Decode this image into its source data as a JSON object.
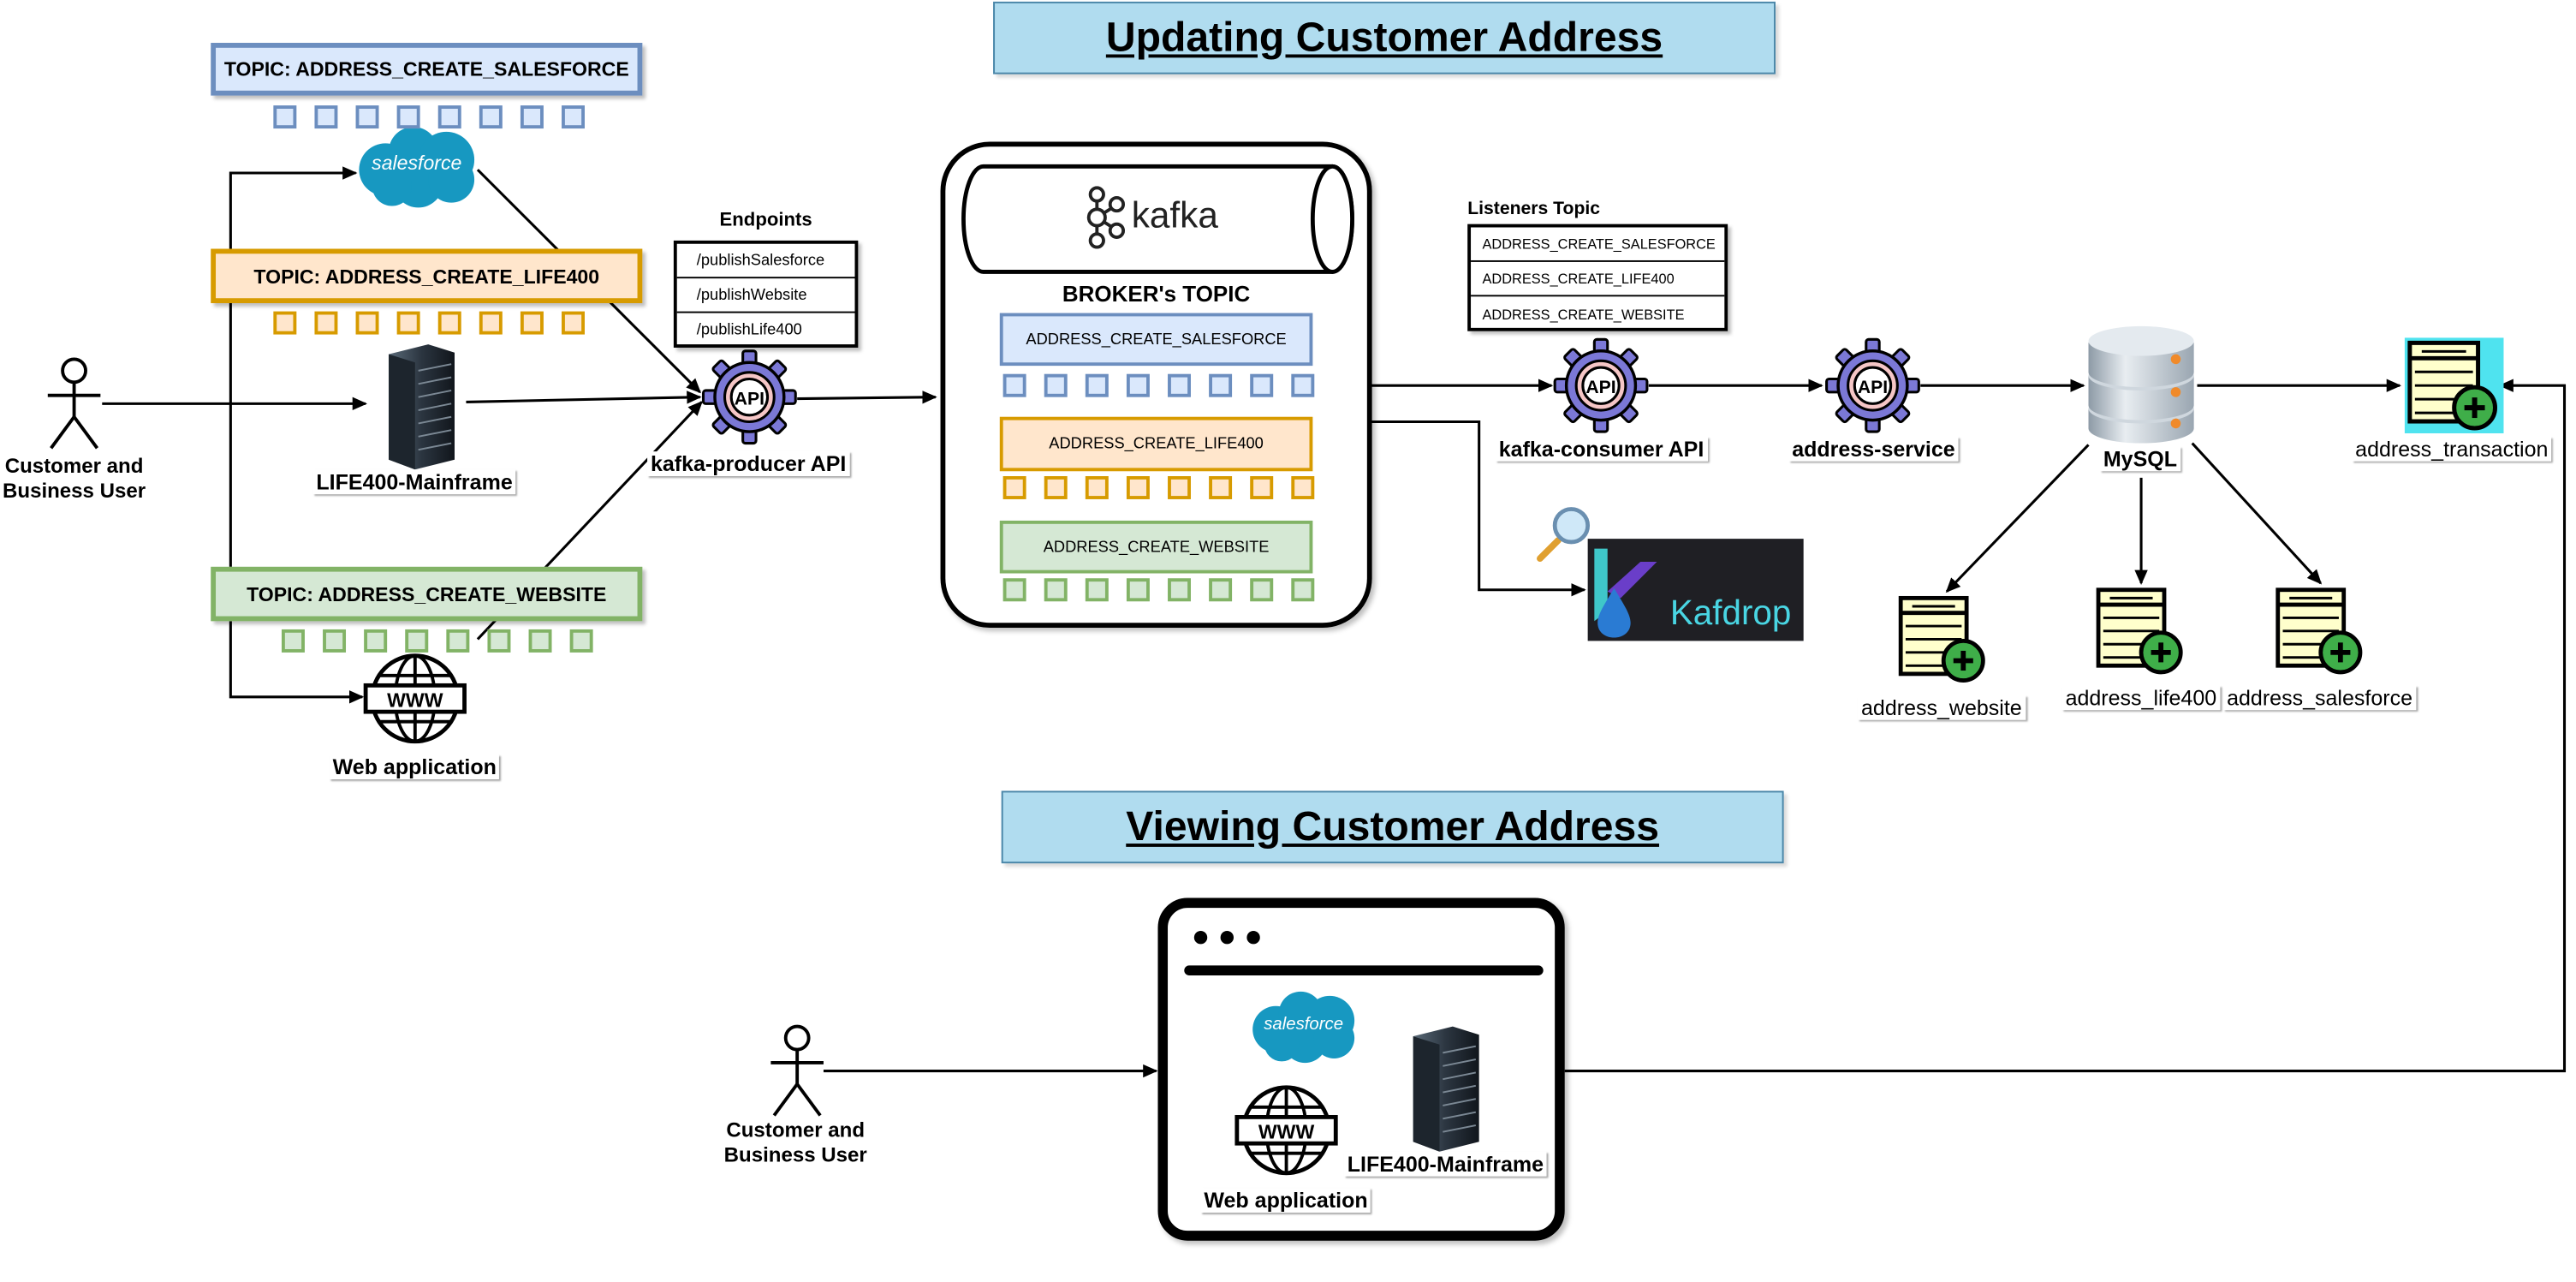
{
  "update_section": {
    "title": "Updating Customer Address",
    "actor_label": "Customer and Business User",
    "sources": [
      {
        "name": "salesforce",
        "logo_text": "salesforce"
      },
      {
        "name": "LIFE400-Mainframe"
      },
      {
        "name": "Web application",
        "icon_text": "WWW"
      }
    ],
    "source_topics": [
      {
        "label": "TOPIC: ADDRESS_CREATE_SALESFORCE",
        "color": "#6c8ebf",
        "fill": "#dae8fc"
      },
      {
        "label": "TOPIC: ADDRESS_CREATE_LIFE400",
        "color": "#d79b00",
        "fill": "#ffe6cc"
      },
      {
        "label": "TOPIC: ADDRESS_CREATE_WEBSITE",
        "color": "#82b366",
        "fill": "#d5e8d4"
      }
    ],
    "producer": {
      "endpoints_title": "Endpoints",
      "endpoints": [
        "/publishSalesforce",
        "/publishWebsite",
        "/publishLife400"
      ],
      "api_text": "API",
      "label": "kafka-producer API"
    },
    "broker": {
      "logo_text": "kafka",
      "title": "BROKER's TOPIC",
      "topics": [
        {
          "label": "ADDRESS_CREATE_SALESFORCE",
          "color": "#6c8ebf",
          "fill": "#dae8fc"
        },
        {
          "label": "ADDRESS_CREATE_LIFE400",
          "color": "#d79b00",
          "fill": "#ffe6cc"
        },
        {
          "label": "ADDRESS_CREATE_WEBSITE",
          "color": "#82b366",
          "fill": "#d5e8d4"
        }
      ]
    },
    "kafdrop": {
      "logo_text": "Kafdrop"
    },
    "listeners": {
      "title": "Listeners Topic",
      "topics": [
        "ADDRESS_CREATE_SALESFORCE",
        "ADDRESS_CREATE_LIFE400",
        "ADDRESS_CREATE_WEBSITE"
      ]
    },
    "consumer": {
      "api_text": "API",
      "label": "kafka-consumer API"
    },
    "service": {
      "api_text": "API",
      "label": "address-service"
    },
    "database": {
      "label": "MySQL"
    },
    "tables": {
      "transaction": "address_transaction",
      "website": "address_website",
      "life400": "address_life400",
      "salesforce": "address_salesforce"
    }
  },
  "view_section": {
    "title": "Viewing Customer Address",
    "actor_label": "Customer and Business User",
    "window": {
      "salesforce_logo_text": "salesforce",
      "web_icon_text": "WWW",
      "web_label": "Web application",
      "mainframe_label": "LIFE400-Mainframe"
    }
  }
}
